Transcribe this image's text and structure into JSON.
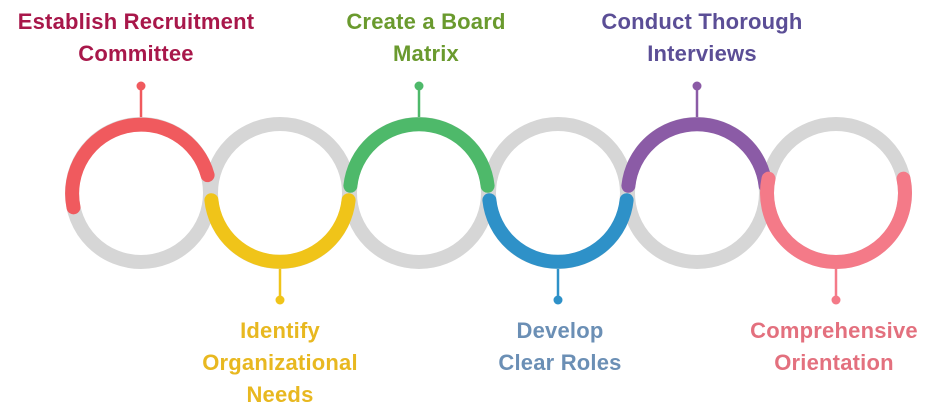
{
  "steps": [
    {
      "lines": [
        "Establish Recruitment",
        "Committee"
      ],
      "color": "#A8174A",
      "arc_color": "#F05A5E",
      "arc": "left-top",
      "connector": "top"
    },
    {
      "lines": [
        "Identify",
        "Organizational",
        "Needs"
      ],
      "color": "#E8B820",
      "arc_color": "#F0C419",
      "arc": "bottom",
      "connector": "bottom"
    },
    {
      "lines": [
        "Create a Board",
        "Matrix"
      ],
      "color": "#6A9A2E",
      "arc_color": "#4EB96A",
      "arc": "top",
      "connector": "top"
    },
    {
      "lines": [
        "Develop",
        "Clear Roles"
      ],
      "color": "#6B8FB5",
      "arc_color": "#2E91C8",
      "arc": "bottom",
      "connector": "bottom"
    },
    {
      "lines": [
        "Conduct Thorough",
        "Interviews"
      ],
      "color": "#5B4E96",
      "arc_color": "#8B5BA6",
      "arc": "top",
      "connector": "top"
    },
    {
      "lines": [
        "Comprehensive",
        "Orientation"
      ],
      "color": "#E3707E",
      "arc_color": "#F47A88",
      "arc": "right-bottom",
      "connector": "bottom"
    }
  ],
  "ring_color": "#D6D6D6"
}
